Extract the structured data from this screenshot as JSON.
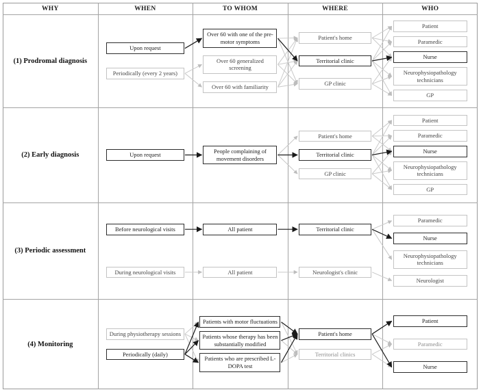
{
  "headers": [
    "WHY",
    "WHEN",
    "TO WHOM",
    "WHERE",
    "WHO"
  ],
  "rows": [
    {
      "phase": "(1) Prodromal diagnosis",
      "when": [
        {
          "id": "r1-upon-request",
          "label": "Upon request",
          "emphasis": "strong"
        },
        {
          "id": "r1-periodically",
          "label": "Periodically (every 2 years)",
          "emphasis": "weak"
        }
      ],
      "to_whom": [
        {
          "id": "r1-premotor",
          "label": "Over 60 with one of the pre-motor symptoms",
          "emphasis": "strong"
        },
        {
          "id": "r1-screening",
          "label": "Over 60 generalized screening",
          "emphasis": "weak"
        },
        {
          "id": "r1-familiarity",
          "label": "Over 60 with familiarity",
          "emphasis": "weak"
        }
      ],
      "where": [
        {
          "id": "r1-patients-home",
          "label": "Patient's home",
          "emphasis": "weak"
        },
        {
          "id": "r1-territorial-clinic",
          "label": "Territorial clinic",
          "emphasis": "strong"
        },
        {
          "id": "r1-gp-clinic",
          "label": "GP clinic",
          "emphasis": "weak"
        }
      ],
      "who": [
        {
          "id": "r1-patient",
          "label": "Patient",
          "emphasis": "weak"
        },
        {
          "id": "r1-paramedic",
          "label": "Paramedic",
          "emphasis": "weak"
        },
        {
          "id": "r1-nurse",
          "label": "Nurse",
          "emphasis": "strong"
        },
        {
          "id": "r1-neuro-tech",
          "label": "Neurophysiopathology technicians",
          "emphasis": "weak"
        },
        {
          "id": "r1-gp",
          "label": "GP",
          "emphasis": "weak"
        }
      ]
    },
    {
      "phase": "(2) Early diagnosis",
      "when": [
        {
          "id": "r2-upon-request",
          "label": "Upon request",
          "emphasis": "strong"
        }
      ],
      "to_whom": [
        {
          "id": "r2-people",
          "label": "People complaining of movement disorders",
          "emphasis": "strong"
        }
      ],
      "where": [
        {
          "id": "r2-patients-home",
          "label": "Patient's home",
          "emphasis": "weak"
        },
        {
          "id": "r2-territorial-clinic",
          "label": "Territorial clinic",
          "emphasis": "strong"
        },
        {
          "id": "r2-gp-clinic",
          "label": "GP clinic",
          "emphasis": "weak"
        }
      ],
      "who": [
        {
          "id": "r2-patient",
          "label": "Patient",
          "emphasis": "weak"
        },
        {
          "id": "r2-paramedic",
          "label": "Paramedic",
          "emphasis": "weak"
        },
        {
          "id": "r2-nurse",
          "label": "Nurse",
          "emphasis": "strong"
        },
        {
          "id": "r2-neuro-tech",
          "label": "Neurophysiopathology technicians",
          "emphasis": "weak"
        },
        {
          "id": "r2-gp",
          "label": "GP",
          "emphasis": "weak"
        }
      ]
    },
    {
      "phase": "(3) Periodic assessment",
      "when": [
        {
          "id": "r3-before-visits",
          "label": "Before neurological visits",
          "emphasis": "strong"
        },
        {
          "id": "r3-during-visits",
          "label": "During neurological visits",
          "emphasis": "weak"
        }
      ],
      "to_whom": [
        {
          "id": "r3-all-patient-a",
          "label": "All patient",
          "emphasis": "strong"
        },
        {
          "id": "r3-all-patient-b",
          "label": "All patient",
          "emphasis": "weak"
        }
      ],
      "where": [
        {
          "id": "r3-territorial-clinic",
          "label": "Territorial clinic",
          "emphasis": "strong"
        },
        {
          "id": "r3-neurologists-clinic",
          "label": "Neurologist's clinic",
          "emphasis": "weak"
        }
      ],
      "who": [
        {
          "id": "r3-paramedic",
          "label": "Paramedic",
          "emphasis": "weak"
        },
        {
          "id": "r3-nurse",
          "label": "Nurse",
          "emphasis": "strong"
        },
        {
          "id": "r3-neuro-tech",
          "label": "Neurophysiopathology technicians",
          "emphasis": "weak"
        },
        {
          "id": "r3-neurologist",
          "label": "Neurologist",
          "emphasis": "weak"
        }
      ]
    },
    {
      "phase": "(4) Monitoring",
      "when": [
        {
          "id": "r4-physio",
          "label": "During physiotherapy sessions",
          "emphasis": "weak"
        },
        {
          "id": "r4-daily",
          "label": "Periodically (daily)",
          "emphasis": "strong"
        }
      ],
      "to_whom": [
        {
          "id": "r4-motor",
          "label": "Patients with motor fluctuations",
          "emphasis": "strong"
        },
        {
          "id": "r4-therapy",
          "label": "Patients whose therapy has been substantially modified",
          "emphasis": "strong"
        },
        {
          "id": "r4-ldopa",
          "label": "Patients who are prescribed L-DOPA test",
          "emphasis": "strong"
        }
      ],
      "where": [
        {
          "id": "r4-patients-home",
          "label": "Patient's home",
          "emphasis": "strong"
        },
        {
          "id": "r4-territorial-clinics",
          "label": "Territorial clinics",
          "emphasis": "weak"
        }
      ],
      "who": [
        {
          "id": "r4-patient",
          "label": "Patient",
          "emphasis": "strong"
        },
        {
          "id": "r4-paramedic",
          "label": "Paramedic",
          "emphasis": "weak"
        },
        {
          "id": "r4-nurse",
          "label": "Nurse",
          "emphasis": "strong"
        }
      ]
    }
  ],
  "edges": [
    {
      "from": "r1-upon-request",
      "to": "r1-premotor",
      "strong": true
    },
    {
      "from": "r1-periodically",
      "to": "r1-screening"
    },
    {
      "from": "r1-periodically",
      "to": "r1-familiarity"
    },
    {
      "from": "r1-premotor",
      "to": "r1-patients-home"
    },
    {
      "from": "r1-premotor",
      "to": "r1-territorial-clinic",
      "strong": true
    },
    {
      "from": "r1-premotor",
      "to": "r1-gp-clinic"
    },
    {
      "from": "r1-screening",
      "to": "r1-patients-home"
    },
    {
      "from": "r1-screening",
      "to": "r1-territorial-clinic"
    },
    {
      "from": "r1-screening",
      "to": "r1-gp-clinic"
    },
    {
      "from": "r1-familiarity",
      "to": "r1-patients-home"
    },
    {
      "from": "r1-familiarity",
      "to": "r1-territorial-clinic"
    },
    {
      "from": "r1-familiarity",
      "to": "r1-gp-clinic"
    },
    {
      "from": "r1-patients-home",
      "to": "r1-patient"
    },
    {
      "from": "r1-patients-home",
      "to": "r1-paramedic"
    },
    {
      "from": "r1-patients-home",
      "to": "r1-nurse"
    },
    {
      "from": "r1-territorial-clinic",
      "to": "r1-patient"
    },
    {
      "from": "r1-territorial-clinic",
      "to": "r1-paramedic"
    },
    {
      "from": "r1-territorial-clinic",
      "to": "r1-nurse",
      "strong": true
    },
    {
      "from": "r1-territorial-clinic",
      "to": "r1-neuro-tech"
    },
    {
      "from": "r1-territorial-clinic",
      "to": "r1-gp"
    },
    {
      "from": "r1-gp-clinic",
      "to": "r1-nurse"
    },
    {
      "from": "r1-gp-clinic",
      "to": "r1-neuro-tech"
    },
    {
      "from": "r1-gp-clinic",
      "to": "r1-gp"
    },
    {
      "from": "r2-upon-request",
      "to": "r2-people",
      "strong": true
    },
    {
      "from": "r2-people",
      "to": "r2-patients-home"
    },
    {
      "from": "r2-people",
      "to": "r2-territorial-clinic",
      "strong": true
    },
    {
      "from": "r2-people",
      "to": "r2-gp-clinic"
    },
    {
      "from": "r2-patients-home",
      "to": "r2-patient"
    },
    {
      "from": "r2-patients-home",
      "to": "r2-paramedic"
    },
    {
      "from": "r2-patients-home",
      "to": "r2-nurse"
    },
    {
      "from": "r2-territorial-clinic",
      "to": "r2-patient"
    },
    {
      "from": "r2-territorial-clinic",
      "to": "r2-paramedic"
    },
    {
      "from": "r2-territorial-clinic",
      "to": "r2-nurse",
      "strong": true
    },
    {
      "from": "r2-territorial-clinic",
      "to": "r2-neuro-tech"
    },
    {
      "from": "r2-territorial-clinic",
      "to": "r2-gp"
    },
    {
      "from": "r2-gp-clinic",
      "to": "r2-nurse"
    },
    {
      "from": "r2-gp-clinic",
      "to": "r2-neuro-tech"
    },
    {
      "from": "r2-gp-clinic",
      "to": "r2-gp"
    },
    {
      "from": "r3-before-visits",
      "to": "r3-all-patient-a",
      "strong": true
    },
    {
      "from": "r3-during-visits",
      "to": "r3-all-patient-b"
    },
    {
      "from": "r3-all-patient-a",
      "to": "r3-territorial-clinic",
      "strong": true
    },
    {
      "from": "r3-all-patient-b",
      "to": "r3-neurologists-clinic"
    },
    {
      "from": "r3-territorial-clinic",
      "to": "r3-paramedic"
    },
    {
      "from": "r3-territorial-clinic",
      "to": "r3-nurse",
      "strong": true
    },
    {
      "from": "r3-territorial-clinic",
      "to": "r3-neuro-tech"
    },
    {
      "from": "r3-neurologists-clinic",
      "to": "r3-neurologist"
    },
    {
      "from": "r4-physio",
      "to": "r4-motor"
    },
    {
      "from": "r4-physio",
      "to": "r4-therapy"
    },
    {
      "from": "r4-physio",
      "to": "r4-ldopa"
    },
    {
      "from": "r4-daily",
      "to": "r4-motor",
      "strong": true
    },
    {
      "from": "r4-daily",
      "to": "r4-therapy",
      "strong": true
    },
    {
      "from": "r4-daily",
      "to": "r4-ldopa",
      "strong": true
    },
    {
      "from": "r4-motor",
      "to": "r4-patients-home",
      "strong": true
    },
    {
      "from": "r4-therapy",
      "to": "r4-patients-home",
      "strong": true
    },
    {
      "from": "r4-ldopa",
      "to": "r4-patients-home",
      "strong": true
    },
    {
      "from": "r4-motor",
      "to": "r4-territorial-clinics"
    },
    {
      "from": "r4-therapy",
      "to": "r4-territorial-clinics"
    },
    {
      "from": "r4-ldopa",
      "to": "r4-territorial-clinics"
    },
    {
      "from": "r4-patients-home",
      "to": "r4-patient",
      "strong": true
    },
    {
      "from": "r4-patients-home",
      "to": "r4-paramedic"
    },
    {
      "from": "r4-patients-home",
      "to": "r4-nurse",
      "strong": true
    },
    {
      "from": "r4-territorial-clinics",
      "to": "r4-paramedic"
    },
    {
      "from": "r4-territorial-clinics",
      "to": "r4-nurse"
    }
  ],
  "colors": {
    "strong_border": "#2b2b2b",
    "weak_border": "#c3c3c3",
    "strong_arrow": "#1a1a1a",
    "weak_arrow": "#c9c9c9",
    "grid_line": "#a3a3a3"
  }
}
